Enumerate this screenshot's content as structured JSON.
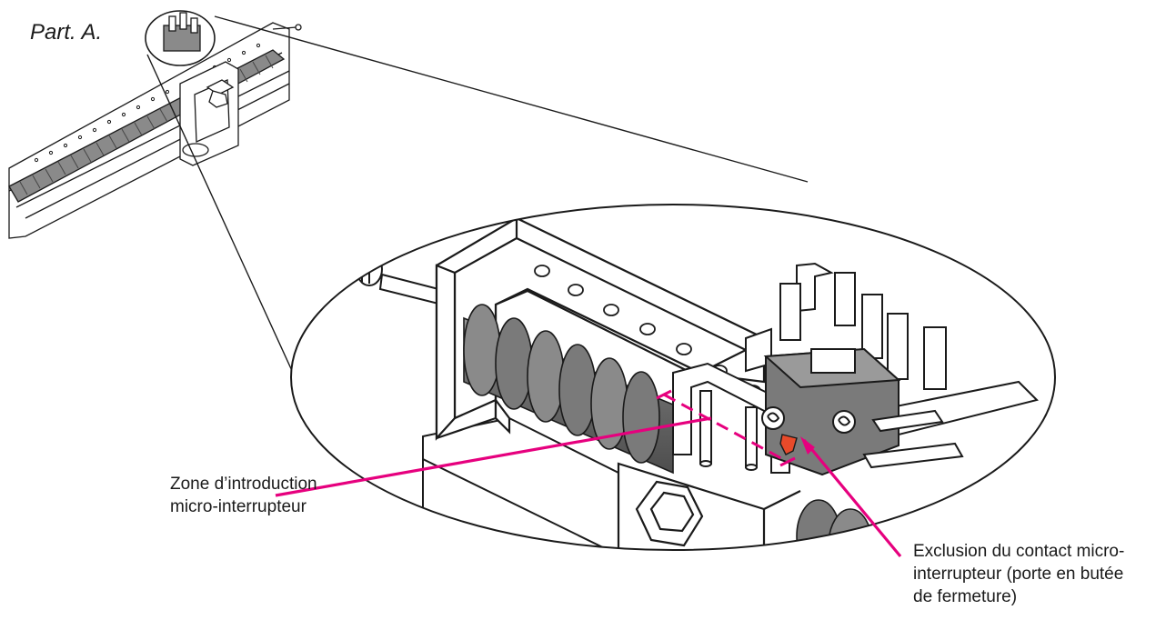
{
  "figure": {
    "part_label": "Part. A.",
    "callouts": [
      {
        "id": "zone",
        "lines": [
          "Zone d’introduction",
          "micro-interrupteur"
        ]
      },
      {
        "id": "exclusion",
        "lines": [
          "Exclusion du contact micro-",
          "interrupteur (porte en butée",
          "de fermeture)"
        ]
      }
    ],
    "colors": {
      "callout_line": "#e6007e",
      "contact_highlight": "#e84a2a",
      "part_gray": "#7a7a7a",
      "outline": "#1a1a1a"
    }
  }
}
